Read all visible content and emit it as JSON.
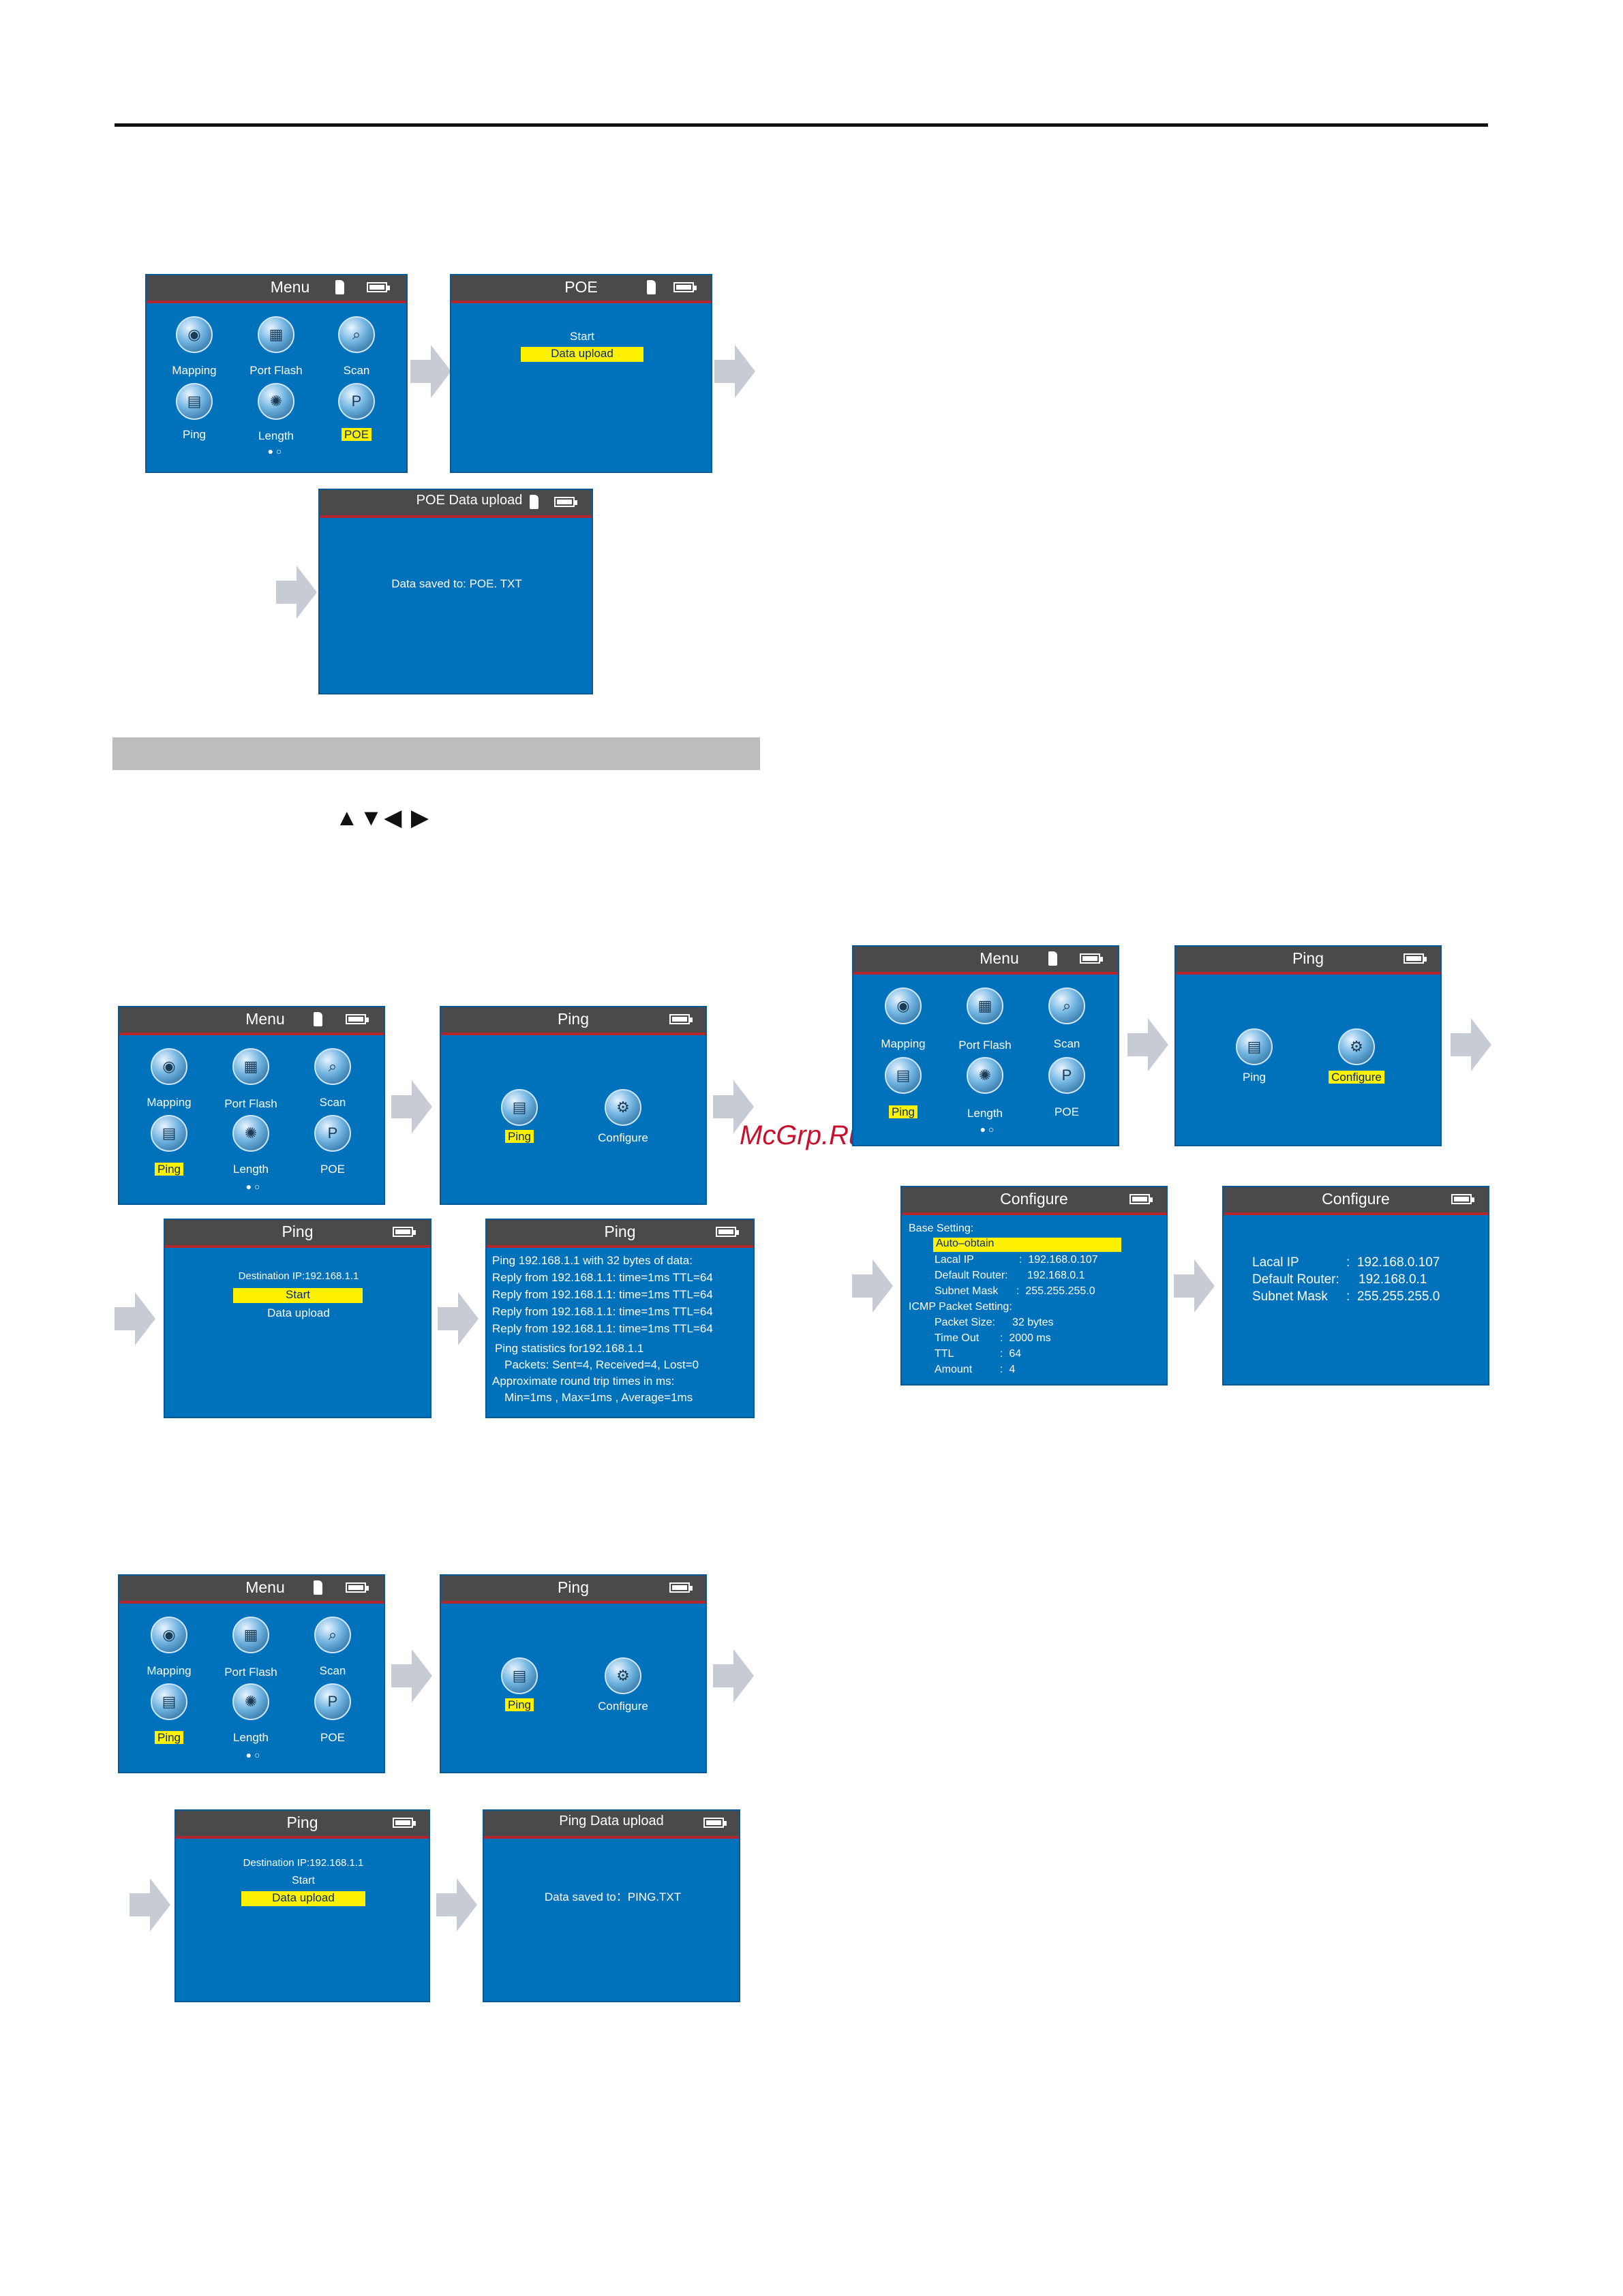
{
  "keys_glyphs": "▲▼◀ ▶",
  "watermark": "McGrp.Ru",
  "menu": {
    "title": "Menu",
    "mapping": "Mapping",
    "port_flash": "Port Flash",
    "scan": "Scan",
    "ping": "Ping",
    "length": "Length",
    "poe": "POE",
    "page_dots": "● ○"
  },
  "poe_screen": {
    "title": "POE",
    "start": "Start",
    "data_upload": "Data upload"
  },
  "poe_upload_screen": {
    "title": "POE Data upload",
    "message": "Data  saved  to: POE. TXT"
  },
  "ping_select": {
    "title": "Ping",
    "ping": "Ping",
    "configure": "Configure"
  },
  "ping_start": {
    "title": "Ping",
    "dest": "Destination IP:192.168.1.1",
    "start": "Start",
    "data_upload": "Data  upload"
  },
  "ping_result": {
    "title": "Ping",
    "lines": [
      "Ping 192.168.1.1 with 32 bytes of data:",
      "Reply from 192.168.1.1: time=1ms TTL=64",
      "Reply from 192.168.1.1: time=1ms TTL=64",
      "Reply from 192.168.1.1: time=1ms TTL=64",
      "Reply from 192.168.1.1: time=1ms TTL=64",
      "Ping statistics for192.168.1.1",
      "   Packets: Sent=4, Received=4, Lost=0",
      "Approximate round trip times in ms:",
      "   Min=1ms , Max=1ms , Average=1ms"
    ]
  },
  "ping_upload_screen": {
    "title": "Ping Data upload",
    "message": "Data  saved  to：PING.TXT"
  },
  "configure_edit": {
    "title": "Configure",
    "base_setting": "Base Setting:",
    "auto_obtain": "Auto–obtain",
    "local_ip_label": "Lacal IP",
    "local_ip_value": ":  192.168.0.107",
    "router_label": "Default Router:",
    "router_value": "192.168.0.1",
    "mask_label": "Subnet Mask",
    "mask_value": ":  255.255.255.0",
    "icmp_setting": "ICMP Packet Setting:",
    "packet_size_label": "Packet Size:",
    "packet_size_value": "32 bytes",
    "timeout_label": "Time Out",
    "timeout_value": ":  2000 ms",
    "ttl_label": "TTL",
    "ttl_value": ":  64",
    "amount_label": "Amount",
    "amount_value": ":  4"
  },
  "configure_view": {
    "title": "Configure",
    "local_ip_label": "Lacal IP",
    "local_ip_value": ":  192.168.0.107",
    "router_label": "Default Router:",
    "router_value": "192.168.0.1",
    "mask_label": "Subnet Mask",
    "mask_value": ":  255.255.255.0"
  }
}
